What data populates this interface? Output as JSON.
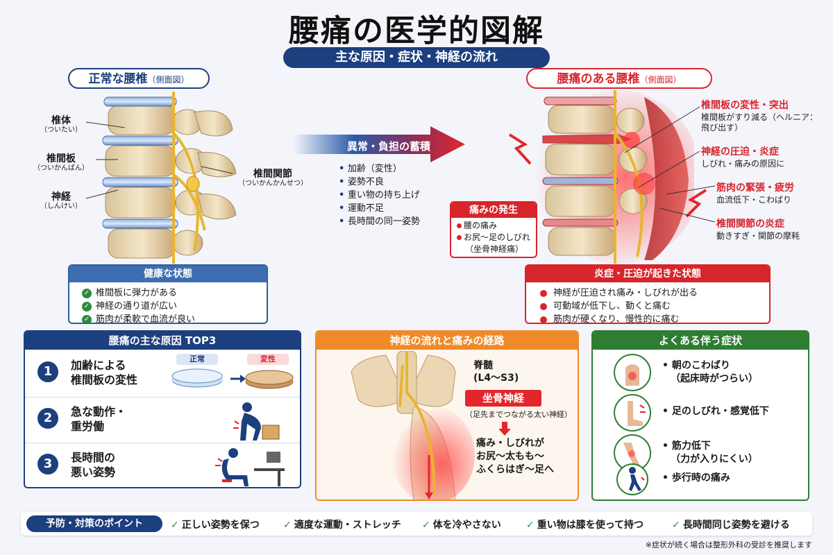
{
  "title": "腰痛の医学的図解",
  "subtitle": "主な原因・症状・神経の流れ",
  "normal_spine": {
    "heading": "正常な腰椎",
    "heading_sub": "（側面図）",
    "labels": [
      {
        "name": "椎体",
        "reading": "（ついたい）"
      },
      {
        "name": "椎間板",
        "reading": "（ついかんばん）"
      },
      {
        "name": "神経",
        "reading": "（しんけい）"
      },
      {
        "name": "椎間関節",
        "reading": "（ついかんかんせつ）"
      }
    ]
  },
  "painful_spine": {
    "heading": "腰痛のある腰椎",
    "heading_sub": "（側面図）",
    "labels": [
      {
        "name": "椎間板の変性・突出",
        "desc": "椎間板がすり減る（ヘルニア：飛び出す）"
      },
      {
        "name": "神経の圧迫・炎症",
        "desc": "しびれ・痛みの原因に"
      },
      {
        "name": "筋肉の緊張・疲労",
        "desc": "血流低下・こわばり"
      },
      {
        "name": "椎間関節の炎症",
        "desc": "動きすぎ・関節の摩耗"
      }
    ],
    "pain_box": {
      "title": "痛みの発生",
      "items": [
        "腰の痛み",
        "お尻〜足のしびれ",
        "（坐骨神経痛）"
      ]
    }
  },
  "arrow": {
    "label": "異常・負担の蓄積",
    "items": [
      "加齢（変性）",
      "姿勢不良",
      "重い物の持ち上げ",
      "運動不足",
      "長時間の同一姿勢"
    ]
  },
  "healthy_state": {
    "title": "健康な状態",
    "items": [
      "椎間板に弾力がある",
      "神経の通り道が広い",
      "筋肉が柔軟で血流が良い"
    ]
  },
  "inflamed_state": {
    "title": "炎症・圧迫が起きた状態",
    "items": [
      "神経が圧迫され痛み・しびれが出る",
      "可動域が低下し、動くと痛む",
      "筋肉が硬くなり、慢性的に痛む"
    ]
  },
  "causes": {
    "title": "腰痛の主な原因 TOP3",
    "items": [
      {
        "num": "1",
        "line1": "加齢による",
        "line2": "椎間板の変性"
      },
      {
        "num": "2",
        "line1": "急な動作・",
        "line2": "重労働"
      },
      {
        "num": "3",
        "line1": "長時間の",
        "line2": "悪い姿勢"
      }
    ],
    "disc_labels": {
      "normal": "正常",
      "degenerated": "変性"
    }
  },
  "nerve_path": {
    "title": "神経の流れと痛みの経路",
    "spinal_cord": "脊髄",
    "spinal_range": "(L4〜S3)",
    "sciatic": "坐骨神経",
    "sciatic_desc": "（足先までつながる太い神経）",
    "pain_lines": [
      "痛み・しびれが",
      "お尻〜太もも〜",
      "ふくらはぎ〜足へ"
    ]
  },
  "symptoms": {
    "title": "よくある伴う症状",
    "items": [
      {
        "icon": "back-stiffness-icon",
        "line1": "朝のこわばり",
        "line2": "（起床時がつらい）"
      },
      {
        "icon": "foot-numbness-icon",
        "line1": "足のしびれ・感覚低下",
        "line2": ""
      },
      {
        "icon": "knee-weakness-icon",
        "line1": "筋力低下",
        "line2": "（力が入りにくい）"
      },
      {
        "icon": "walking-pain-icon",
        "line1": "歩行時の痛み",
        "line2": ""
      }
    ]
  },
  "prevention": {
    "title": "予防・対策のポイント",
    "items": [
      "正しい姿勢を保つ",
      "適度な運動・ストレッチ",
      "体を冷やさない",
      "重い物は膝を使って持つ",
      "長時間同じ姿勢を避ける"
    ]
  },
  "footnote": "※症状が続く場合は整形外科の受診を推奨します",
  "colors": {
    "navy": "#1c3f7e",
    "red": "#d8242b",
    "orange": "#ef8a2a",
    "green": "#2e7d32"
  }
}
